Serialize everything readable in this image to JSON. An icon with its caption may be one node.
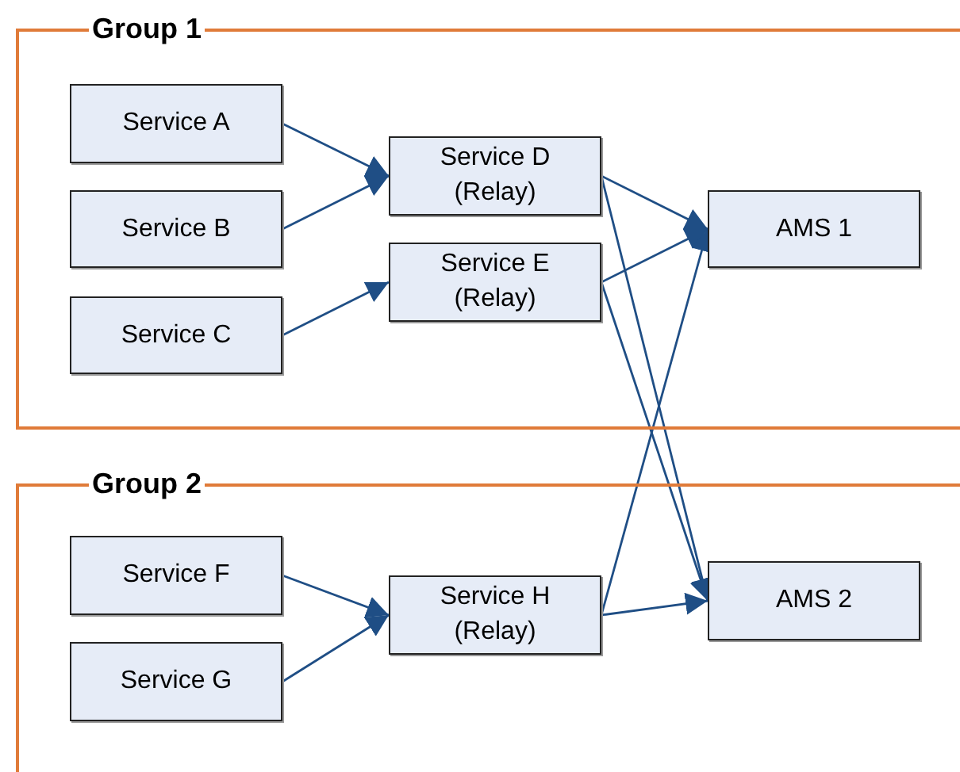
{
  "diagram": {
    "nodes": [
      {
        "text": [
          "Group 1"
        ]
      },
      {
        "text": [
          "Service A"
        ],
        "in": 0
      },
      {
        "text": [
          "Service B"
        ],
        "in": 0
      },
      {
        "text": [
          "Service C"
        ],
        "in": 0
      },
      {
        "text": [
          "Service D (Relay)"
        ],
        "in": 0
      },
      {
        "text": [
          "Service E (Relay)"
        ],
        "in": 0
      },
      {
        "text": [
          "AMS 1"
        ],
        "in": 0
      },
      {
        "text": [
          "Group 2"
        ]
      },
      {
        "text": [
          "Service F"
        ],
        "in": 7
      },
      {
        "text": [
          "Service G"
        ],
        "in": 7
      },
      {
        "text": [
          "Service H (Relay)"
        ],
        "in": 7
      },
      {
        "text": [
          "AMS 2"
        ],
        "in": 7
      }
    ],
    "edges": [
      {
        "from": 1,
        "to": 4,
        "arrow": "to"
      },
      {
        "from": 2,
        "to": 4,
        "arrow": "to"
      },
      {
        "from": 3,
        "to": 5,
        "arrow": "to"
      },
      {
        "from": 4,
        "to": 6,
        "arrow": "to"
      },
      {
        "from": 4,
        "to": 11,
        "arrow": "to"
      },
      {
        "from": 5,
        "to": 6,
        "arrow": "to"
      },
      {
        "from": 5,
        "to": 11,
        "arrow": "to"
      },
      {
        "from": 8,
        "to": 10,
        "arrow": "to"
      },
      {
        "from": 9,
        "to": 10,
        "arrow": "to"
      },
      {
        "from": 10,
        "to": 6,
        "arrow": "to"
      },
      {
        "from": 10,
        "to": 11,
        "arrow": "to"
      }
    ]
  }
}
